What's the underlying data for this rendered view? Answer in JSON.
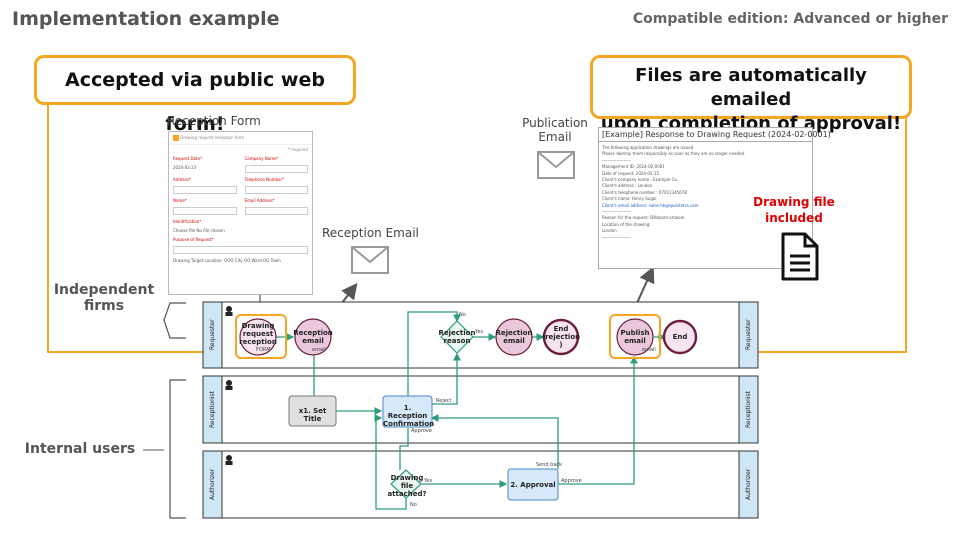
{
  "header": {
    "title": "Implementation example",
    "edition": "Compatible edition: Advanced or higher"
  },
  "callouts": {
    "left": "Accepted via public web form!",
    "right_line1": "Files are automatically emailed",
    "right_line2": "upon completion of approval!"
  },
  "labels": {
    "reception_form": "Reception Form",
    "reception_email": "Reception Email",
    "publication_line1": "Publication",
    "publication_line2": "Email",
    "drawing_file_line1": "Drawing file",
    "drawing_file_line2": "included",
    "independent_line1": "Independent",
    "independent_line2": "firms",
    "internal_users": "Internal users"
  },
  "form_preview": {
    "header": "Drawing request reception form",
    "required": "* required",
    "request_date": "Request Date*",
    "request_date_value": "2024-02-23",
    "company_name": "Company Name*",
    "address": "Address*",
    "telephone": "Telephone Number*",
    "name": "Name*",
    "email": "Email Address*",
    "identification": "Identification*",
    "choose_file": "Choose file",
    "no_file": "No file chosen",
    "purpose": "Purpose of Request*",
    "target": "Drawing Target Location: OOO City OO Ward OO Town"
  },
  "mail_preview": {
    "subject": "[Example] Response to Drawing Request (2024-02-0001)",
    "body": [
      "The following application drawings are issued.",
      "Please destroy them responsibly as soon as they are no longer needed.",
      "--------------------",
      "Management ID: 2024-02-0001",
      "Date of request: 2024-02-15",
      "",
      "Client's company name : Example Co.",
      "Client's address : London",
      "Client's telephone number : 07012345678",
      "Client's name: Henry Sugai",
      "Client's email address: sales-hb@questetra.com",
      "--------------------",
      "Reason for the request: Billboard artwork",
      "Location of the drawing:",
      "London",
      "--------------------"
    ]
  },
  "lanes": {
    "requester": "Requester",
    "receptionist": "Receptionist",
    "authorizer": "Authorizer"
  },
  "nodes": {
    "start_line1": "Drawing",
    "start_line2": "request",
    "start_line3": "reception",
    "start_sub": "FORM",
    "reception_email_line1": "Reception",
    "reception_email_line2": "email",
    "email_tag": "email",
    "rejection_gateway_line1": "Rejection",
    "rejection_gateway_line2": "reason",
    "rejection_email_line1": "Rejection",
    "rejection_email_line2": "email",
    "end_rejection_line1": "End",
    "end_rejection_line2": "(rejection",
    "end_rejection_line3": ")",
    "publish_email_line1": "Publish",
    "publish_email_line2": "email",
    "end": "End",
    "set_title": "x1. Set Title",
    "reception_confirmation_line1": "1. Reception",
    "reception_confirmation_line2": "Confirmation",
    "drawing_gateway_line1": "Drawing",
    "drawing_gateway_line2": "file",
    "drawing_gateway_line3": "attached?",
    "approval": "2. Approval"
  },
  "edge_labels": {
    "no_top": "No",
    "yes_top": "Yes",
    "reject": "Reject",
    "approve_1": "Approve",
    "send_back": "Send back",
    "approve_2": "Approve",
    "yes_bottom": "Yes",
    "no_bottom": "No"
  },
  "colors": {
    "callout_border": "#f5a623",
    "flow_line": "#2e9e7a",
    "lane_header": "#cfe6f5",
    "highlight_text": "#e00000"
  }
}
